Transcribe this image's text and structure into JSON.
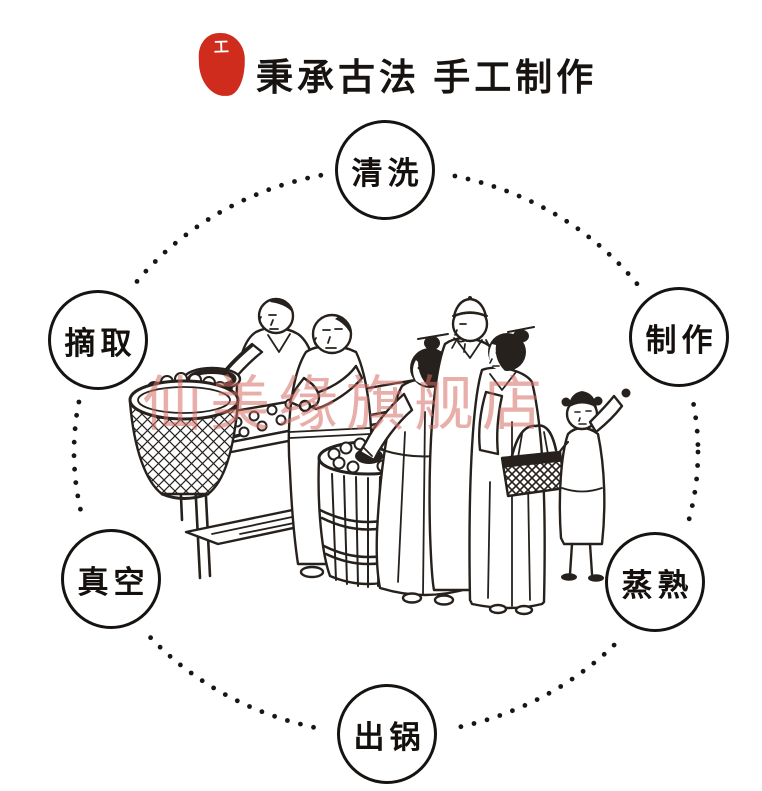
{
  "header": {
    "seal_char": "工",
    "title": "秉承古法 手工制作"
  },
  "diagram": {
    "steps": [
      {
        "id": "wash",
        "label": "清洗",
        "position": "top"
      },
      {
        "id": "make",
        "label": "制作",
        "position": "right-top"
      },
      {
        "id": "steam",
        "label": "蒸熟",
        "position": "right-bottom"
      },
      {
        "id": "out",
        "label": "出锅",
        "position": "bottom"
      },
      {
        "id": "vacuum",
        "label": "真空",
        "position": "left-bottom"
      },
      {
        "id": "pick",
        "label": "摘取",
        "position": "left-top"
      }
    ],
    "center_illustration": "traditional-workshop-woodcut"
  },
  "watermark": {
    "text": "仙美缘旗舰店"
  },
  "colors": {
    "seal_red": "#d02c1e",
    "ink": "#26211c",
    "watermark_pink": "rgba(214,110,100,0.55)"
  }
}
